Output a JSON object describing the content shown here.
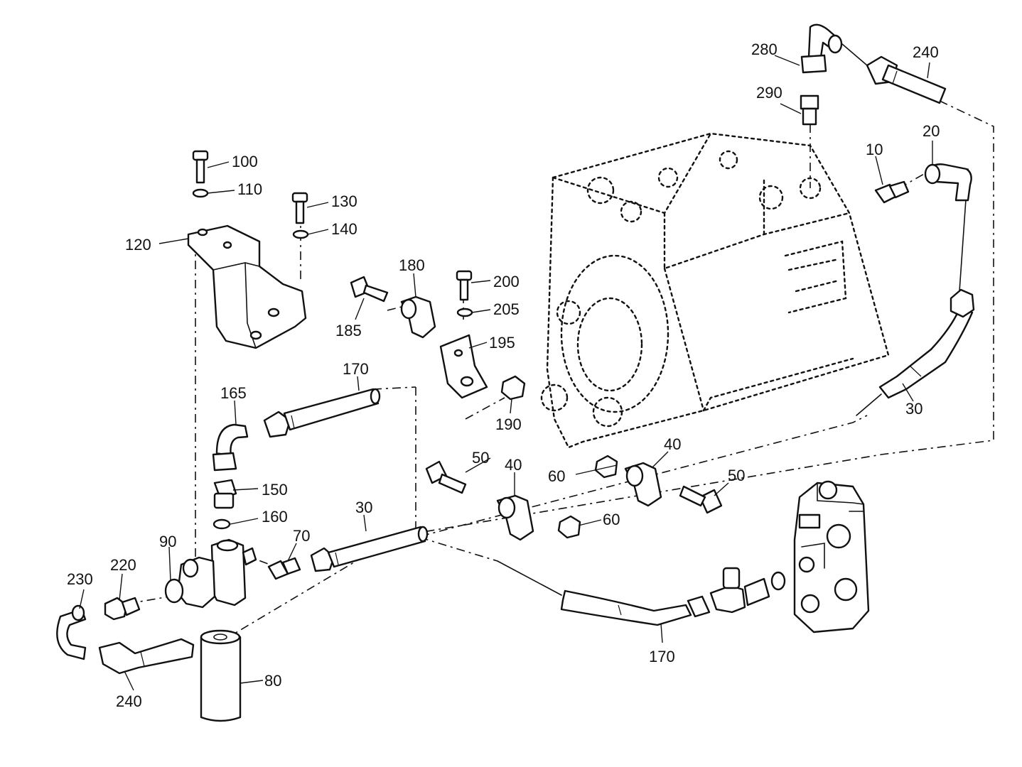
{
  "labels": {
    "l10": "10",
    "l20": "20",
    "l30a": "30",
    "l30b": "30",
    "l40a": "40",
    "l40b": "40",
    "l50a": "50",
    "l50b": "50",
    "l60a": "60",
    "l60b": "60",
    "l70": "70",
    "l80": "80",
    "l90": "90",
    "l100": "100",
    "l110": "110",
    "l120": "120",
    "l130": "130",
    "l140": "140",
    "l150": "150",
    "l160": "160",
    "l165": "165",
    "l170a": "170",
    "l170b": "170",
    "l180": "180",
    "l185": "185",
    "l190": "190",
    "l195": "195",
    "l200": "200",
    "l205": "205",
    "l220": "220",
    "l230": "230",
    "l240a": "240",
    "l240b": "240",
    "l280": "280",
    "l290": "290"
  }
}
